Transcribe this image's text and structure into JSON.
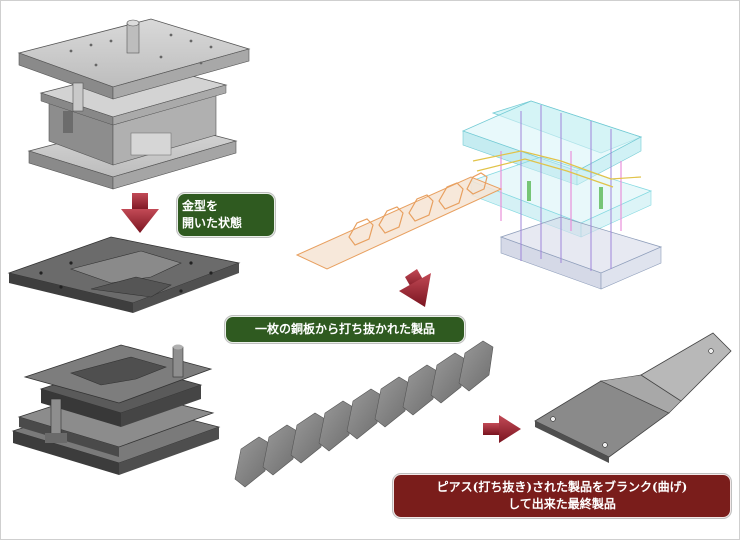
{
  "labels": {
    "die_open": [
      "金型を",
      "開いた状態"
    ],
    "blanked_parts": "一枚の銅板から打ち抜かれた製品",
    "final_product": [
      "ピアス(打ち抜き)された製品をブランク(曲げ)",
      "して出来た最終製品"
    ]
  },
  "colors": {
    "label_green": "#2f5a20",
    "label_red": "#7a1d1b",
    "arrow_red": "#8c1f2b",
    "die_gray": "#b8b8b8",
    "die_dark": "#5a5a5a",
    "wireframe_cyan": "#7fd8e0",
    "strip_orange": "#e8a060"
  },
  "icons": [
    "down-arrow-icon",
    "diagonal-arrow-icon",
    "right-arrow-icon"
  ]
}
